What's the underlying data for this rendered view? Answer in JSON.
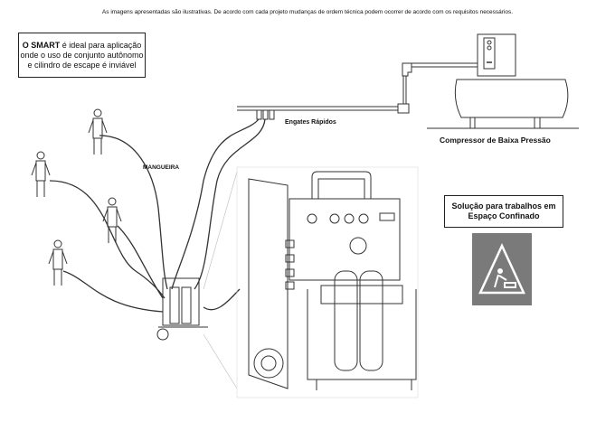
{
  "disclaimer": "As imagens apresentadas são ilustrativas. De acordo com cada projeto mudanças de ordem técnica podem ocorrer de acordo com os requisitos necessários.",
  "info_box": {
    "bold": "O SMART",
    "rest": " é ideal para aplicação onde o uso de conjunto autônomo e cilindro de escape é inviável"
  },
  "labels": {
    "quick_couplings": "Engates Rápidos",
    "hose": "MANGUEIRA",
    "compressor": "Compressor de Baixa Pressão"
  },
  "solution_box": "Solução para trabalhos em Espaço Confinado",
  "colors": {
    "sign": "#7a7a7a",
    "line": "#333333"
  }
}
